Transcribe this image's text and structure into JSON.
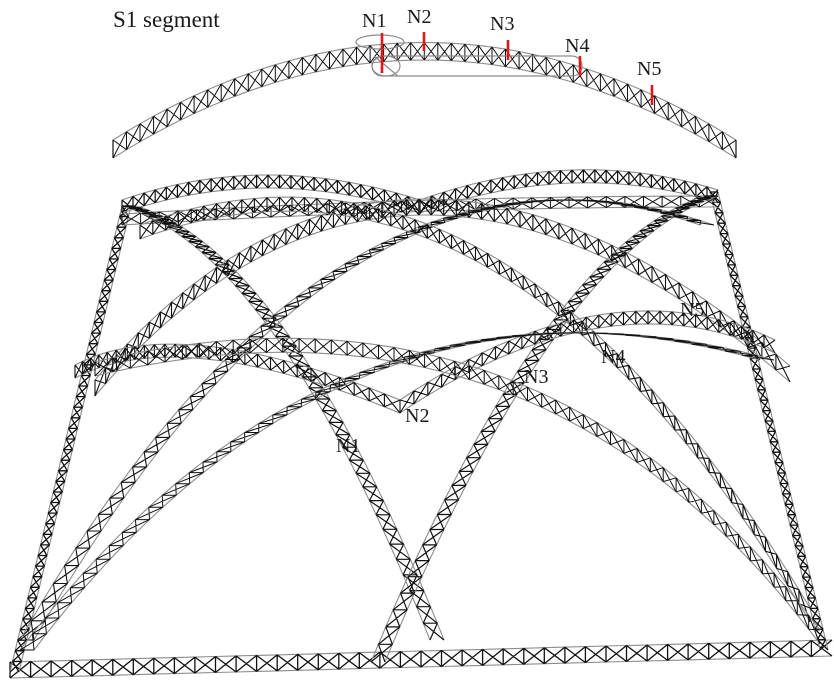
{
  "segment_label": "S1 segment",
  "segment_nodes": [
    "N1",
    "N2",
    "N3",
    "N4",
    "N5"
  ],
  "structure_nodes": [
    "N1",
    "N2",
    "N3",
    "N4",
    "N5"
  ],
  "colors": {
    "background": "#ffffff",
    "truss_member": "#111111",
    "chord_outline": "#8c8c8c",
    "node_marker": "#e01818",
    "text": "#1a1a1a"
  }
}
